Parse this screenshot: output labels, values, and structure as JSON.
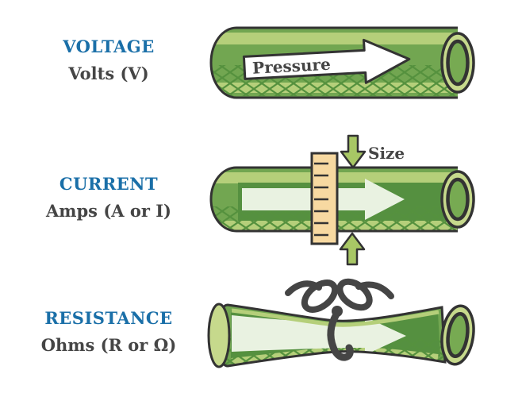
{
  "rows": [
    {
      "id": "voltage",
      "heading": "VOLTAGE",
      "subtitle": "Volts (V)"
    },
    {
      "id": "current",
      "heading": "CURRENT",
      "subtitle": "Amps (A or I)"
    },
    {
      "id": "resistance",
      "heading": "RESISTANCE",
      "subtitle": "Ohms (R or Ω)"
    }
  ],
  "annotations": {
    "pressure": "Pressure",
    "size": "Size"
  },
  "colors": {
    "heading": "#1a6fa8",
    "text": "#454545",
    "outline": "#333333",
    "hose": "#72a651",
    "hoseLight": "#b5cf7a",
    "hoseDark": "#55913e",
    "interior": "#559040",
    "capLight": "#c6d98c",
    "capCenter": "#77aa52",
    "arrowWhite": "#ffffff",
    "arrowLight": "#e9f2e1",
    "ruler": "#f7d9a1",
    "smallArrow": "#a8c765",
    "knot": "#454545"
  }
}
